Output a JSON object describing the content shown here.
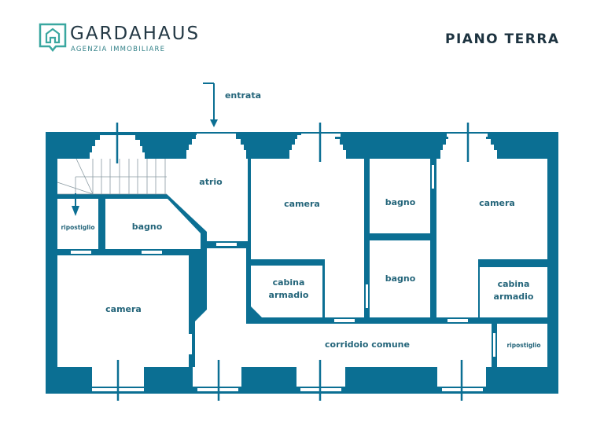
{
  "brand": {
    "name": "GARDAHAUS",
    "tagline": "AGENZIA IMMOBILIARE",
    "accent": "#3aa7a0"
  },
  "title": "PIANO TERRA",
  "wall_color": "#0b6f93",
  "entrance_label": "entrata",
  "rooms": {
    "atrio": "atrio",
    "bagno_left": "bagno",
    "ripostiglio_left": "ripostiglio",
    "camera_left": "camera",
    "camera_mid": "camera",
    "cabina_mid_1": "cabina",
    "cabina_mid_2": "armadio",
    "bagno_top": "bagno",
    "bagno_bottom": "bagno",
    "camera_right": "camera",
    "cabina_right_1": "cabina",
    "cabina_right_2": "armadio",
    "corridoio": "corridoio comune",
    "ripostiglio_right": "ripostiglio"
  }
}
